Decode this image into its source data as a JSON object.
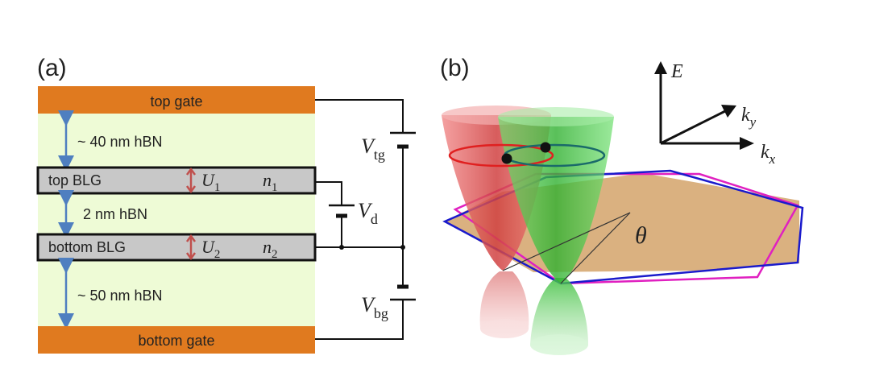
{
  "panel_a": {
    "label": "(a)",
    "layers": {
      "top_gate": "top gate",
      "hbn_top": "~ 40 nm hBN",
      "top_blg": "top BLG",
      "hbn_mid": "2 nm hBN",
      "bottom_blg": "bottom BLG",
      "hbn_bottom": "~ 50 nm hBN",
      "bottom_gate": "bottom gate"
    },
    "symbols": {
      "U1": "U",
      "U1_sub": "1",
      "n1": "n",
      "n1_sub": "1",
      "U2": "U",
      "U2_sub": "2",
      "n2": "n",
      "n2_sub": "2"
    },
    "voltages": {
      "Vtg": "V",
      "Vtg_sub": "tg",
      "Vd": "V",
      "Vd_sub": "d",
      "Vbg": "V",
      "Vbg_sub": "bg"
    },
    "colors": {
      "gate": "#e07a1f",
      "hbn": "#eefbd6",
      "blg": "#c8c8c8",
      "arrow_blue": "#4f7fc0",
      "arrow_red": "#c0504d"
    }
  },
  "panel_b": {
    "label": "(b)",
    "axes": {
      "E": "E",
      "kx": "k",
      "kx_sub": "x",
      "ky": "k",
      "ky_sub": "y"
    },
    "angle": "θ",
    "colors": {
      "red_cone": "#e06060",
      "green_cone": "#40c040",
      "plane": "#d4a36a",
      "hex_blue": "#1a1acc",
      "hex_magenta": "#e020c0"
    }
  }
}
